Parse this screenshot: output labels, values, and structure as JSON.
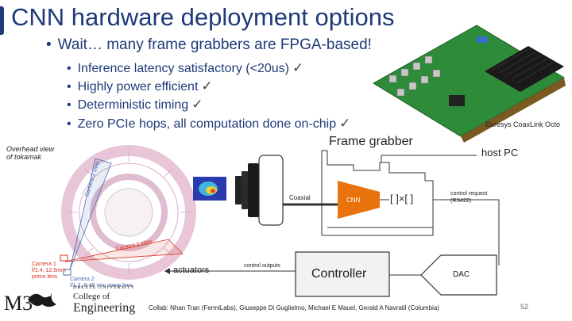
{
  "slide": {
    "title": "CNN hardware deployment options",
    "bullet_main": "Wait… many frame grabbers are FPGA-based!",
    "sub_bullets": [
      "Inference latency satisfactory (<20us)",
      "Highly power efficient",
      "Deterministic timing",
      "Zero PCIe hops, all computation done on-chip"
    ],
    "check_glyph": "✓",
    "bullet_glyph": "•",
    "board_caption": "Euresys CoaxLink Octo",
    "tokamak_caption": "Overhead view\nof tokamak",
    "camera2_view": "Camera 2 view",
    "camera1_view": "Camera 1 view",
    "camera1_label": "Camera 1",
    "camera1_spec": "f/1.4, 12.5mm\nprime lens",
    "camera2_label": "Camera 2",
    "camera2_spec": "f/1.2, 8-48 mm zoom lens",
    "frame_grabber_label": "Frame grabber",
    "host_pc_label": "host PC",
    "coaxial_label": "Coaxial",
    "cnn_label": "CNN",
    "matrix_label": "[ ]×[ ]",
    "control_request_label": "control request\n(RS422)",
    "controller_label": "Controller",
    "dac_label": "DAC",
    "actuators_label": "actuators",
    "control_outputs_label": "control outputs",
    "logo_text": "M3",
    "univ_label": "DREXEL UNIVERSITY",
    "college_label": "College of",
    "engineering_label": "Engineering",
    "collab_text": "Collab: Nhan Tran (FermiLabs), Giuseppe Di Guglielmo, Michael E Mauel, Gerald A Navratil (Columbia)",
    "page_number": "52"
  },
  "colors": {
    "title": "#1f3a78",
    "cnn_fill": "#e8720c",
    "camera1": "#d9341f",
    "camera2": "#4a6bb5",
    "ring": "#e8c6d8",
    "board": "#2e8b3a"
  }
}
